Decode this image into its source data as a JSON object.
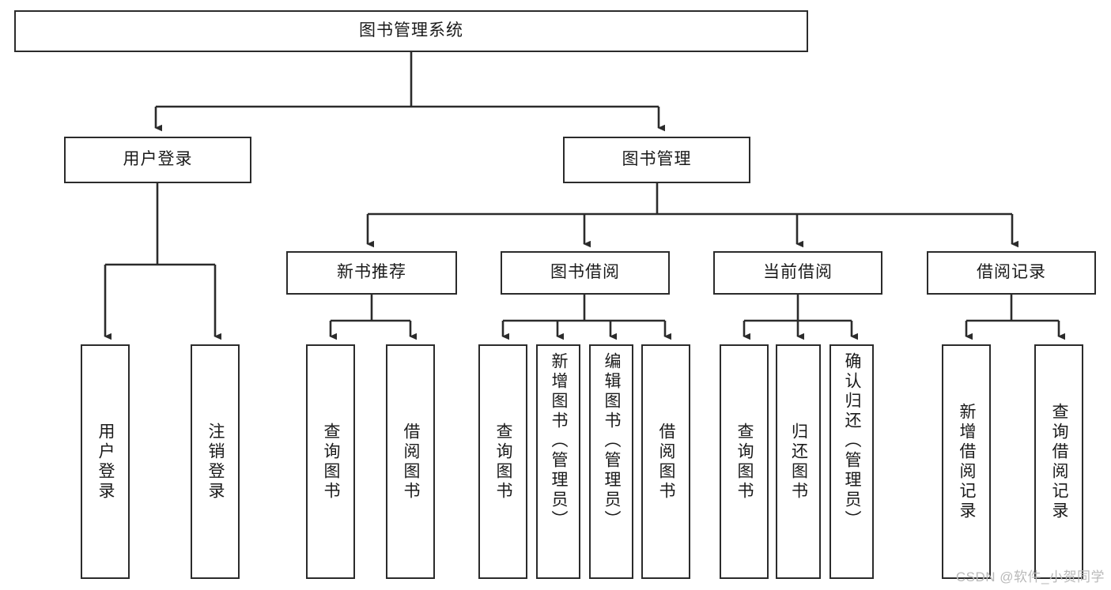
{
  "diagram": {
    "title": "图书管理系统",
    "type": "tree-hierarchy-diagram",
    "watermark": "CSDN @软件_小贺同学",
    "colors": {
      "background": "#ffffff",
      "box_border": "#2b2b2b",
      "box_fill": "#ffffff",
      "text": "#1a1a1a",
      "connector": "#2b2b2b",
      "watermark": "#b9b9b9"
    },
    "root": {
      "label": "图书管理系统"
    },
    "tier1": [
      {
        "label": "用户登录"
      },
      {
        "label": "图书管理"
      }
    ],
    "tier2": [
      {
        "label": "新书推荐"
      },
      {
        "label": "图书借阅"
      },
      {
        "label": "当前借阅"
      },
      {
        "label": "借阅记录"
      }
    ],
    "leaves": {
      "user_login": [
        {
          "label": "用户登录"
        },
        {
          "label": "注销登录"
        }
      ],
      "new_book_recommend": [
        {
          "label": "查询图书"
        },
        {
          "label": "借阅图书"
        }
      ],
      "book_borrow": [
        {
          "label": "查询图书"
        },
        {
          "label": "新增图书（管理员）"
        },
        {
          "label": "编辑图书（管理员）"
        },
        {
          "label": "借阅图书"
        }
      ],
      "current_borrow": [
        {
          "label": "查询图书"
        },
        {
          "label": "归还图书"
        },
        {
          "label": "确认归还（管理员）"
        }
      ],
      "borrow_record": [
        {
          "label": "新增借阅记录"
        },
        {
          "label": "查询借阅记录"
        }
      ]
    }
  }
}
